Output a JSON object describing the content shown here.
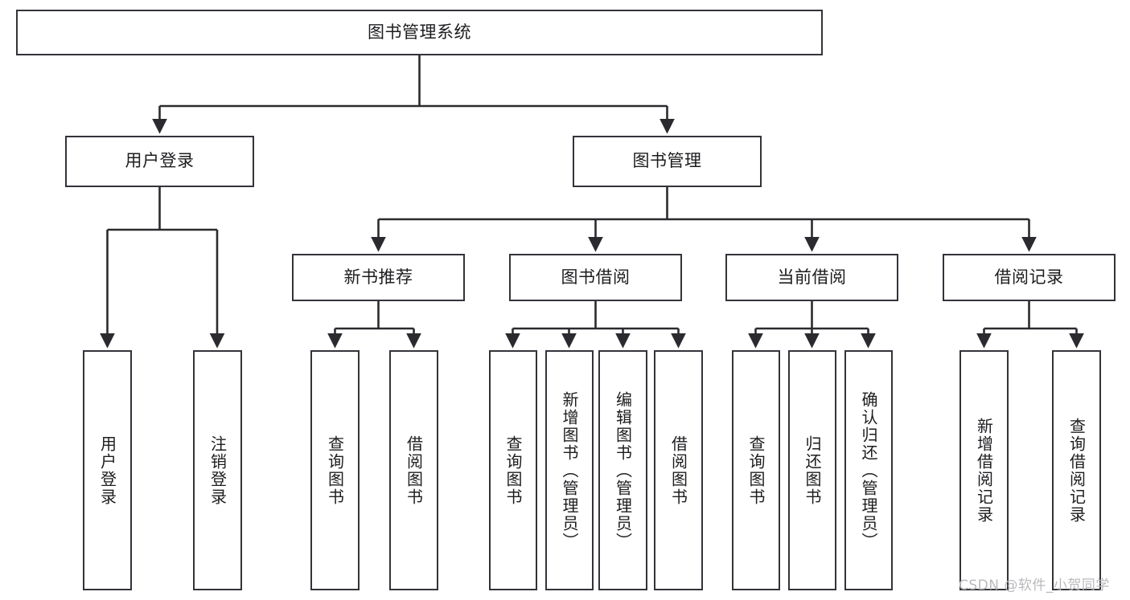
{
  "diagram": {
    "type": "tree",
    "title": "图书管理系统",
    "orientation": "top-down",
    "colors": {
      "box_border": "#33333a",
      "box_fill": "#ffffff",
      "edge": "#2b2b2f",
      "text": "#1d1d20",
      "watermark": "#b9b9bd",
      "background": "#ffffff"
    },
    "levels": 4
  },
  "nodes": {
    "root": {
      "label": "图书管理系统"
    },
    "level2": [
      {
        "id": "user-login",
        "label": "用户登录"
      },
      {
        "id": "book-management",
        "label": "图书管理"
      }
    ],
    "level3": [
      {
        "id": "new-book-recommend",
        "label": "新书推荐"
      },
      {
        "id": "book-borrow",
        "label": "图书借阅"
      },
      {
        "id": "current-borrow",
        "label": "当前借阅"
      },
      {
        "id": "borrow-record",
        "label": "借阅记录"
      }
    ],
    "leaves": {
      "user_login": [
        {
          "id": "leaf-user-login",
          "label": "用户登录"
        },
        {
          "id": "leaf-logout-login",
          "label": "注销登录"
        }
      ],
      "new_book_recommend": [
        {
          "id": "leaf-query-book-1",
          "label": "查询图书"
        },
        {
          "id": "leaf-borrow-book-1",
          "label": "借阅图书"
        }
      ],
      "book_borrow": [
        {
          "id": "leaf-query-book-2",
          "label": "查询图书"
        },
        {
          "id": "leaf-add-book",
          "label": "新增图书（管理员）"
        },
        {
          "id": "leaf-edit-book",
          "label": "编辑图书（管理员）"
        },
        {
          "id": "leaf-borrow-book-2",
          "label": "借阅图书"
        }
      ],
      "current_borrow": [
        {
          "id": "leaf-query-book-3",
          "label": "查询图书"
        },
        {
          "id": "leaf-return-book",
          "label": "归还图书"
        },
        {
          "id": "leaf-confirm-return",
          "label": "确认归还（管理员）"
        }
      ],
      "borrow_record": [
        {
          "id": "leaf-add-record",
          "label": "新增借阅记录"
        },
        {
          "id": "leaf-query-record",
          "label": "查询借阅记录"
        }
      ]
    }
  },
  "watermark": {
    "text": "CSDN @软件_小贺同学"
  }
}
